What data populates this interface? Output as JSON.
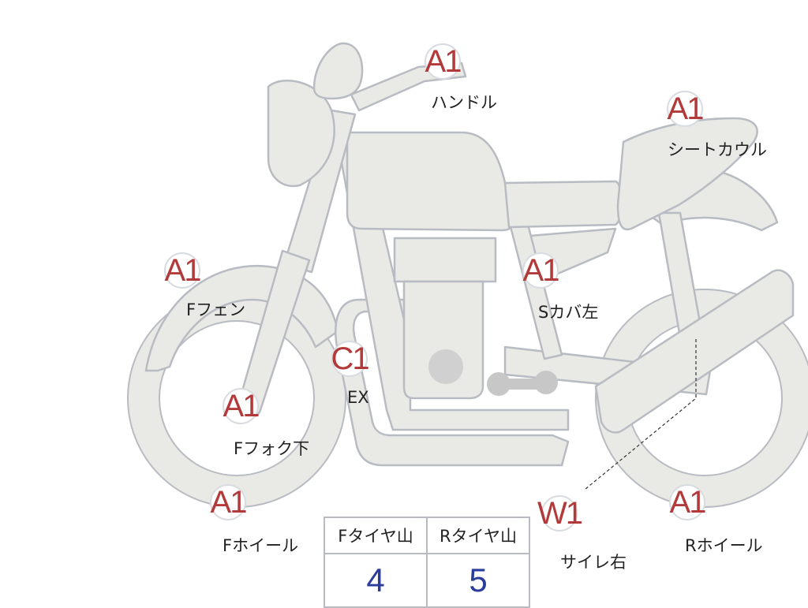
{
  "parts": [
    {
      "id": "handle",
      "grade": "A1",
      "name": "ハンドル"
    },
    {
      "id": "seat",
      "grade": "A1",
      "name": "シートカウル"
    },
    {
      "id": "ffender",
      "grade": "A1",
      "name": "Fフェン"
    },
    {
      "id": "scover",
      "grade": "A1",
      "name": "Sカバ左"
    },
    {
      "id": "ex",
      "grade": "C1",
      "name": "EX"
    },
    {
      "id": "ffork",
      "grade": "A1",
      "name": "Fフォク下"
    },
    {
      "id": "fwheel",
      "grade": "A1",
      "name": "Fホイール"
    },
    {
      "id": "silencer",
      "grade": "W1",
      "name": "サイレ右"
    },
    {
      "id": "rwheel",
      "grade": "A1",
      "name": "Rホイール"
    }
  ],
  "tire_table": {
    "front_label": "Fタイヤ山",
    "rear_label": "Rタイヤ山",
    "front_value": "4",
    "rear_value": "5"
  }
}
